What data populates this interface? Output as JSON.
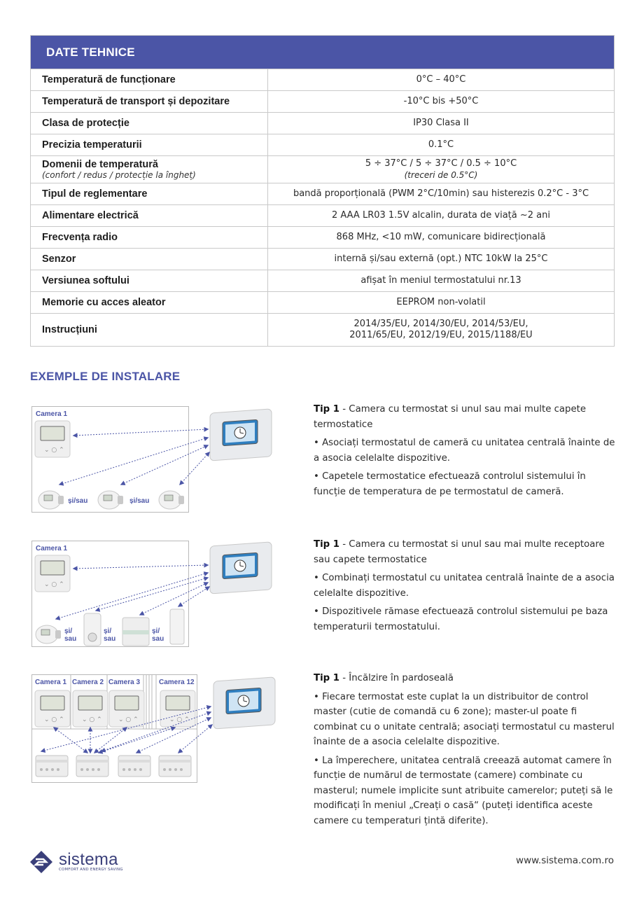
{
  "tech": {
    "title": "DATE TEHNICE",
    "rows": [
      {
        "key": "Temperatură de funcționare",
        "value": "0°C – 40°C"
      },
      {
        "key": "Temperatură de transport și depozitare",
        "value": "-10°C bis +50°C"
      },
      {
        "key": "Clasa de protecție",
        "value": "IP30 Clasa II"
      },
      {
        "key": "Precizia temperaturii",
        "value": "0.1°C"
      },
      {
        "key": "Domenii de temperatură",
        "key_sub": "(confort / redus / protecție la îngheț)",
        "value": "5 ÷ 37°C / 5 ÷ 37°C / 0.5 ÷ 10°C",
        "value_sub": "(treceri de 0.5°C)"
      },
      {
        "key": "Tipul de reglementare",
        "value": "bandă proporțională (PWM 2°C/10min) sau histerezis 0.2°C - 3°C"
      },
      {
        "key": "Alimentare electrică",
        "value": "2 AAA LR03 1.5V alcalin, durata de viață ~2 ani"
      },
      {
        "key": "Frecvența radio",
        "value": "868 MHz, <10 mW, comunicare bidirecțională"
      },
      {
        "key": "Senzor",
        "value": "internă și/sau externă (opt.) NTC 10kW la 25°C"
      },
      {
        "key": "Versiunea softului",
        "value": "afișat în meniul termostatului nr.13"
      },
      {
        "key": "Memorie cu acces aleator",
        "value": "EEPROM non-volatil"
      },
      {
        "key": "Instrucțiuni",
        "value": "2014/35/EU, 2014/30/EU, 2014/53/EU,",
        "value_line2": "2011/65/EU, 2012/19/EU, 2015/1188/EU"
      }
    ]
  },
  "section_title": "EXEMPLE DE INSTALARE",
  "diagram_labels": {
    "camera1": "Camera 1",
    "camera2": "Camera 2",
    "camera3": "Camera 3",
    "camera12": "Camera 12",
    "and_or": "și/sau",
    "and_or_top": "și/",
    "and_or_bottom": "sau"
  },
  "examples": [
    {
      "type_label": "Tip 1",
      "heading": " - Camera cu termostat si unul sau mai multe capete termostatice",
      "bullets": [
        "• Asociați termostatul de cameră cu unitatea centrală înainte de a asocia celelalte dispozitive.",
        "• Capetele termostatice efectuează controlul sistemului în funcție de temperatura de pe termostatul de cameră."
      ]
    },
    {
      "type_label": "Tip 1",
      "heading": " - Camera cu termostat si unul sau mai multe receptoare sau capete termostatice",
      "bullets": [
        "• Combinați termostatul cu unitatea centrală înainte de a asocia celelalte dispozitive.",
        "• Dispozitivele rămase efectuează controlul sistemului pe baza temperaturii termostatului."
      ]
    },
    {
      "type_label": "Tip 1",
      "heading": " - Încălzire în pardoseală",
      "bullets": [
        "• Fiecare termostat este cuplat la un distribuitor de control master (cutie de comandă cu 6 zone); master-ul poate fi combinat cu o unitate centrală; asociați termostatul cu masterul înainte de a asocia celelalte dispozitive.",
        "• La împerechere, unitatea centrală creează automat camere în funcție de numărul de termostate (camere) combinate cu masterul; numele implicite sunt atribuite camerelor; puteți să le modificați în meniul „Creați o casă“ (puteți identifica aceste camere cu temperaturi țintă diferite)."
      ]
    }
  ],
  "footer": {
    "brand": "sistema",
    "tagline": "COMFORT AND ENERGY SAVING",
    "website": "www.sistema.com.ro"
  },
  "colors": {
    "accent": "#4b55a6",
    "border": "#c9c9c9",
    "arrow": "#4b55a6"
  }
}
